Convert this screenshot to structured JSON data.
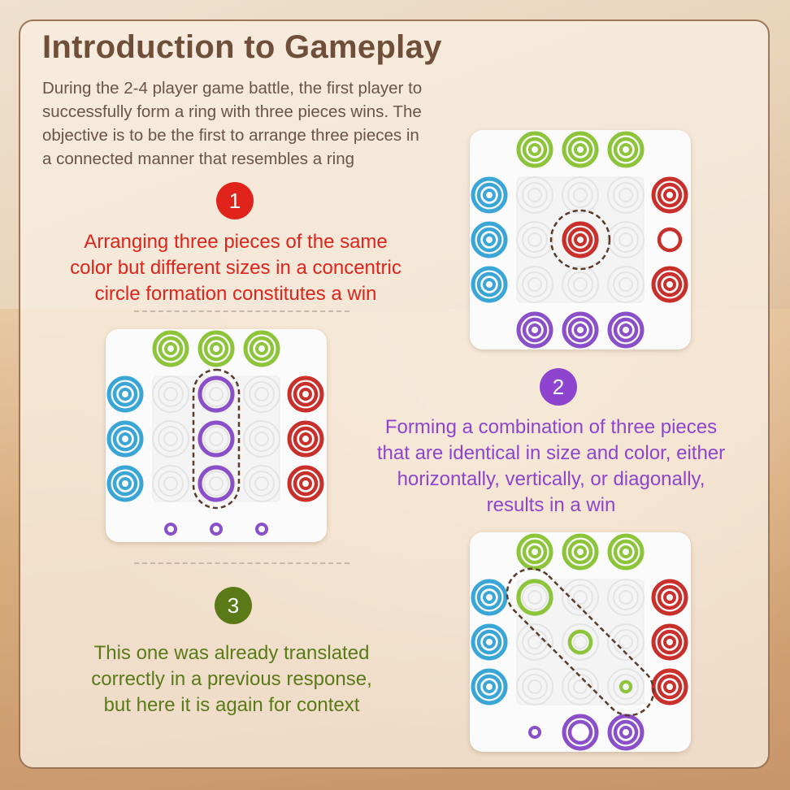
{
  "page": {
    "title": "Introduction to Gameplay",
    "intro_lines": [
      "During the 2-4 player game battle, the first player to",
      "successfully form a ring with three pieces wins. The",
      "objective is to be the first to arrange three pieces in",
      "a connected manner that resembles a ring"
    ]
  },
  "rules": [
    {
      "number": "1",
      "color": "#e0231b",
      "lines": [
        "Arranging three pieces of the same",
        "color but different sizes in a concentric",
        "circle formation constitutes a win"
      ]
    },
    {
      "number": "2",
      "color": "#8e44ce",
      "lines": [
        "Forming a combination of three pieces",
        "that are identical in size and color, either",
        "horizontally, vertically, or diagonally,",
        "results in a win"
      ]
    },
    {
      "number": "3",
      "color": "#5a7a18",
      "lines": [
        "This one was already translated",
        "correctly in a previous response,",
        "but here it is again for context"
      ]
    }
  ],
  "piece_colors": {
    "green": "#8cc43a",
    "blue": "#3aa6d8",
    "red": "#c9302c",
    "purple": "#8a4fc9"
  }
}
